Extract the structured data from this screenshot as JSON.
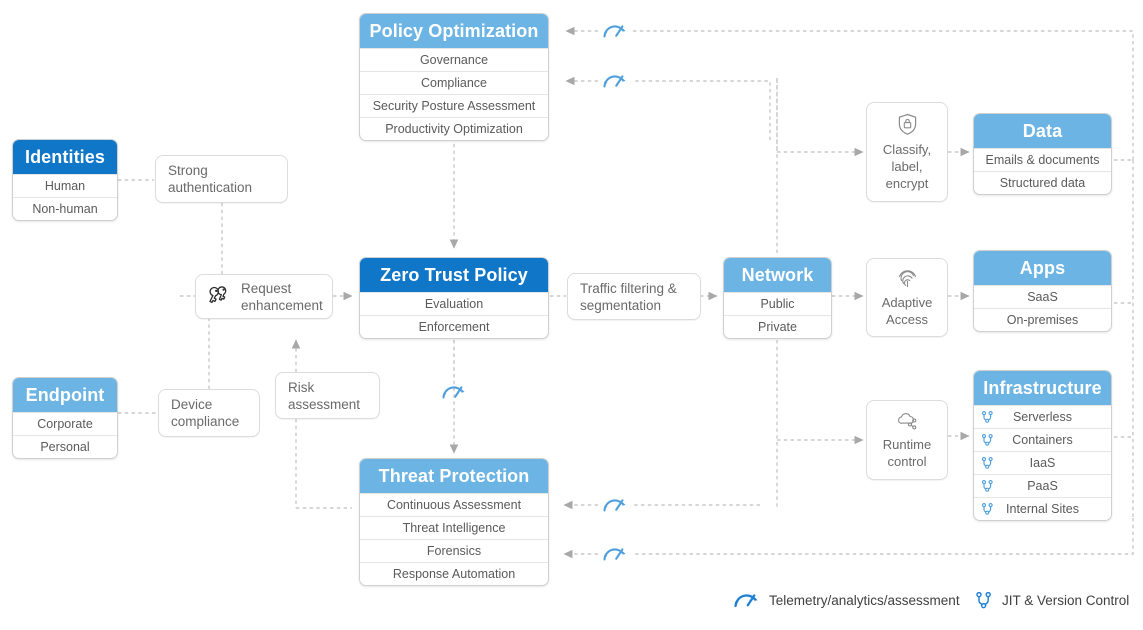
{
  "colors": {
    "header_dark_blue": "#0f76c8",
    "header_light_blue": "#6cb4e4",
    "telemetry_blue": "#4e9fdd",
    "jit_blue": "#4e9fdd",
    "wire_gray": "#b8b8b8",
    "body_text": "#5a5a5a"
  },
  "cards": {
    "identities": {
      "title": "Identities",
      "rows": [
        "Human",
        "Non-human"
      ]
    },
    "endpoint": {
      "title": "Endpoint",
      "rows": [
        "Corporate",
        "Personal"
      ]
    },
    "policy_optimization": {
      "title": "Policy Optimization",
      "rows": [
        "Governance",
        "Compliance",
        "Security Posture Assessment",
        "Productivity Optimization"
      ]
    },
    "zero_trust_policy": {
      "title": "Zero Trust Policy",
      "rows": [
        "Evaluation",
        "Enforcement"
      ]
    },
    "threat_protection": {
      "title": "Threat Protection",
      "rows": [
        "Continuous Assessment",
        "Threat Intelligence",
        "Forensics",
        "Response Automation"
      ]
    },
    "network": {
      "title": "Network",
      "rows": [
        "Public",
        "Private"
      ]
    },
    "data": {
      "title": "Data",
      "rows": [
        "Emails & documents",
        "Structured data"
      ]
    },
    "apps": {
      "title": "Apps",
      "rows": [
        "SaaS",
        "On-premises"
      ]
    },
    "infrastructure": {
      "title": "Infrastructure",
      "rows": [
        "Serverless",
        "Containers",
        "IaaS",
        "PaaS",
        "Internal Sites"
      ]
    }
  },
  "pills": {
    "strong_authentication": "Strong authentication",
    "request_enhancement": "Request enhancement",
    "device_compliance": "Device compliance",
    "risk_assessment": "Risk assessment",
    "traffic_filtering": "Traffic filtering & segmentation",
    "classify_label_encrypt": "Classify, label, encrypt",
    "adaptive_access": "Adaptive Access",
    "runtime_control": "Runtime control"
  },
  "icons": {
    "request_enhancement": "keys-icon",
    "classify_label_encrypt": "shield-lock-icon",
    "adaptive_access": "fingerprint-icon",
    "runtime_control": "cloud-nodes-icon",
    "telemetry": "gauge-icon",
    "jit": "git-branch-icon"
  },
  "legend": [
    {
      "icon": "gauge-icon",
      "label": "Telemetry/analytics/assessment"
    },
    {
      "icon": "git-branch-icon",
      "label": "JIT & Version Control"
    }
  ]
}
